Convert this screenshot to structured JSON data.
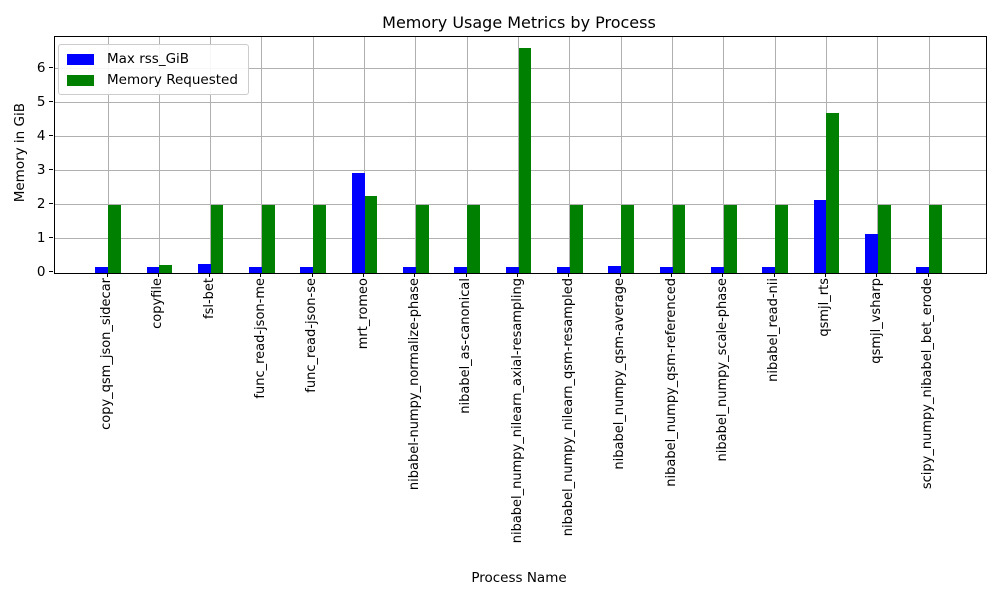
{
  "chart_data": {
    "type": "bar",
    "title": "Memory Usage Metrics by Process",
    "xlabel": "Process Name",
    "ylabel": "Memory in GiB",
    "categories": [
      "copy_qsm_json_sidecar",
      "copyfile",
      "fsl-bet",
      "func_read-json-me",
      "func_read-json-se",
      "mrt_romeo",
      "nibabel-numpy_normalize-phase",
      "nibabel_as-canonical",
      "nibabel_numpy_nilearn_axial-resampling",
      "nibabel_numpy_nilearn_qsm-resampled",
      "nibabel_numpy_qsm-average",
      "nibabel_numpy_qsm-referenced",
      "nibabel_numpy_scale-phase",
      "nibabel_read-nii",
      "qsmjl_rts",
      "qsmjl_vsharp",
      "scipy_numpy_nibabel_bet_erode"
    ],
    "series": [
      {
        "name": "Max rss_GiB",
        "color": "#0000ff",
        "values": [
          0.15,
          0.15,
          0.25,
          0.15,
          0.15,
          2.93,
          0.15,
          0.15,
          0.15,
          0.15,
          0.18,
          0.17,
          0.15,
          0.15,
          2.14,
          1.13,
          0.15
        ]
      },
      {
        "name": "Memory Requested",
        "color": "#008000",
        "values": [
          2.0,
          0.21,
          2.0,
          2.0,
          2.0,
          2.26,
          2.0,
          2.0,
          6.6,
          2.0,
          2.0,
          2.0,
          2.0,
          2.0,
          4.7,
          2.0,
          2.0
        ]
      }
    ],
    "yticks": [
      0,
      1,
      2,
      3,
      4,
      5,
      6
    ],
    "ylim": [
      0,
      6.95
    ],
    "grid": true,
    "grid_color": "#b0b0b0",
    "axis_color": "#000000",
    "legend_position": "upper left"
  }
}
